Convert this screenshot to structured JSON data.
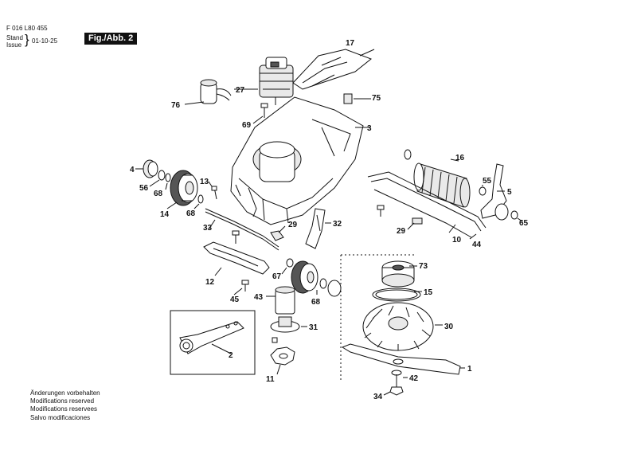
{
  "header": {
    "code": "F 016 L80 455",
    "stand_label": "Stand",
    "issue_label": "Issue",
    "brace": "}",
    "date": "01-10-25",
    "figure": "Fig./Abb. 2"
  },
  "notes": [
    "Änderungen vorbehalten",
    "Modifications reserved",
    "Modifications reservees",
    "Salvo modificaciones"
  ],
  "part_labels": {
    "p17": "17",
    "p75": "75",
    "p27": "27",
    "p76": "76",
    "p69": "69",
    "p3": "3",
    "p16": "16",
    "p4": "4",
    "p56": "56",
    "p68a": "68",
    "p14": "14",
    "p13": "13",
    "p68b": "68",
    "p55": "55",
    "p5": "5",
    "p65": "65",
    "p33": "33",
    "p29a": "29",
    "p32": "32",
    "p29b": "29",
    "p10": "10",
    "p44": "44",
    "p12": "12",
    "p67": "67",
    "p73": "73",
    "p15": "15",
    "p45": "45",
    "p43": "43",
    "p68c": "68",
    "p30": "30",
    "p31": "31",
    "p2": "2",
    "p1": "1",
    "p42": "42",
    "p11": "11",
    "p34": "34"
  }
}
